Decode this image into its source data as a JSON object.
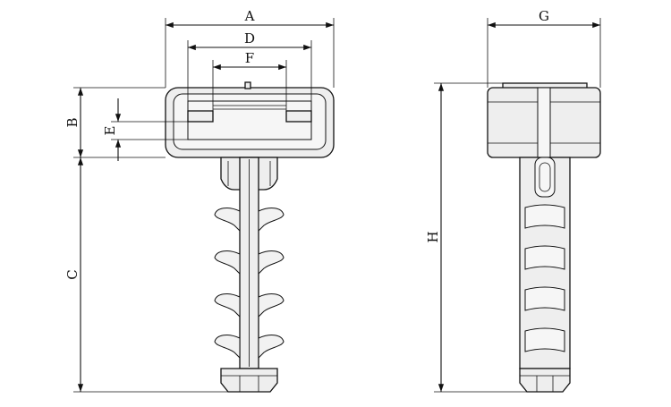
{
  "labels": {
    "A": "A",
    "B": "B",
    "C": "C",
    "D": "D",
    "E": "E",
    "F": "F",
    "G": "G",
    "H": "H"
  },
  "views": [
    "front-view",
    "side-view"
  ],
  "colors": {
    "line": "#111111",
    "fill": "#eeeeee",
    "background": "#ffffff"
  }
}
